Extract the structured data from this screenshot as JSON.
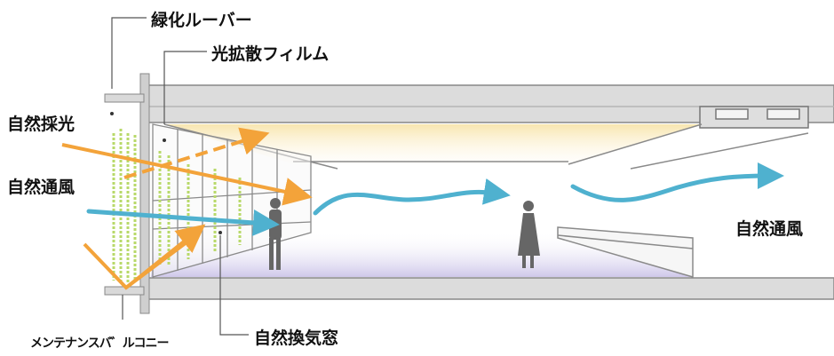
{
  "labels": {
    "green_louver": "緑化ルーバー",
    "light_diffusion_film": "光拡散フィルム",
    "natural_daylight": "自然採光",
    "natural_ventilation_left": "自然通風",
    "natural_ventilation_right": "自然通風",
    "maintenance_balcony": "メンテナンスバ゛ルコニー",
    "natural_ventilation_window": "自然換気窓"
  },
  "colors": {
    "light_arrow": "#f3a33a",
    "wind_arrow": "#4fb1cf",
    "greenery": "#b8d96a",
    "structure": "#9a9a9a",
    "ceiling_glow": "#fbf0cc",
    "floor_glow": "#d9d4ee",
    "person": "#666666"
  }
}
